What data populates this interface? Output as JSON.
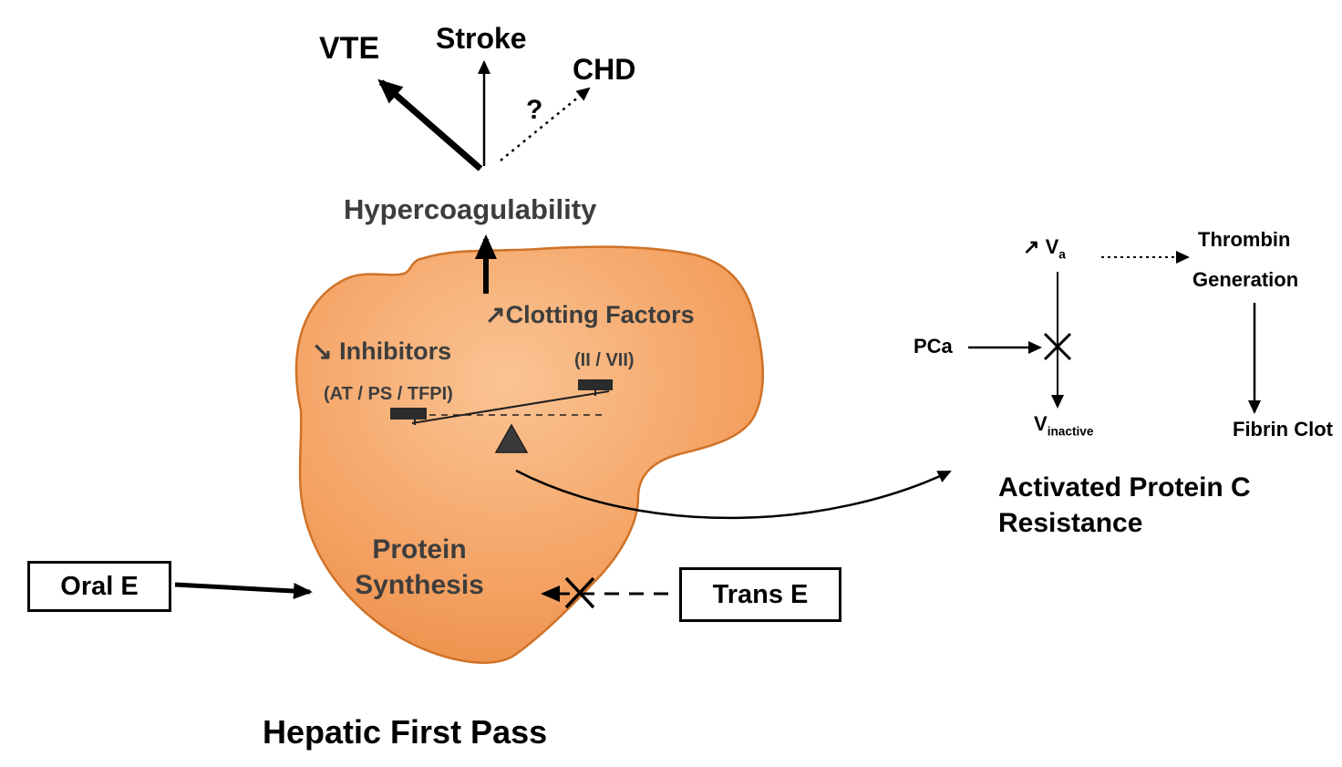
{
  "colors": {
    "liver_light": "#f9bd87",
    "liver_dark": "#ec8a3e",
    "liver_stroke": "#cf7227",
    "ink": "#000000",
    "soft_ink": "#3d3d3d"
  },
  "outcomes": {
    "vte": "VTE",
    "stroke": "Stroke",
    "chd": "CHD",
    "uncertain": "?"
  },
  "hypercoagulability": "Hypercoagulability",
  "liver": {
    "clotting_increase_icon": "↗",
    "clotting_label": "Clotting Factors",
    "clotting_detail": "(II / VII)",
    "inhibitors_decrease_icon": "↘",
    "inhibitors_label": "Inhibitors",
    "inhibitors_detail": "(AT / PS / TFPI)",
    "protein_line1": "Protein",
    "protein_line2": "Synthesis"
  },
  "inputs": {
    "oral_label": "Oral E",
    "trans_label": "Trans E"
  },
  "caption": "Hepatic First Pass",
  "apc": {
    "va_increase_icon": "↗",
    "va_base": "V",
    "va_sub": "a",
    "thrombin_line1": "Thrombin",
    "thrombin_line2": "Generation",
    "pca": "PCa",
    "v_inactive_base": "V",
    "v_inactive_sub": "inactive",
    "fibrin": "Fibrin Clot",
    "title_line1": "Activated Protein C",
    "title_line2": "Resistance"
  }
}
